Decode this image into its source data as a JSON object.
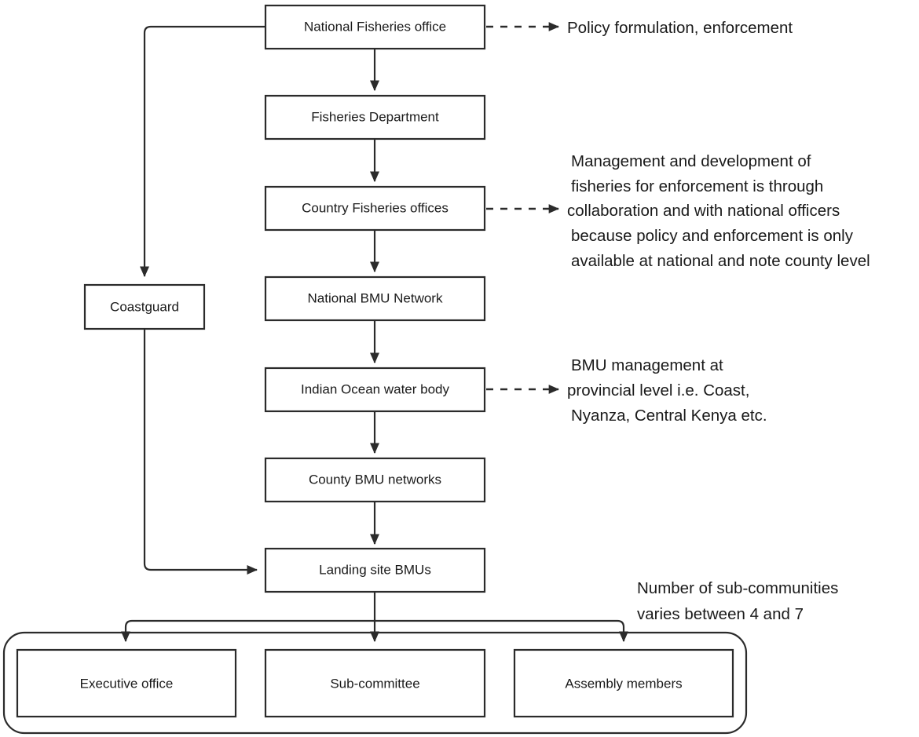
{
  "diagram": {
    "title": "Fisheries governance and BMU structure flowchart",
    "colors": {
      "stroke": "#2b2b2b",
      "text": "#1a1a1a",
      "background": "#ffffff"
    },
    "nodes": [
      {
        "id": "national-fisheries-office",
        "label": "National Fisheries office"
      },
      {
        "id": "fisheries-department",
        "label": "Fisheries Department"
      },
      {
        "id": "country-fisheries-offices",
        "label": "Country Fisheries offices"
      },
      {
        "id": "national-bmu-network",
        "label": "National BMU Network"
      },
      {
        "id": "indian-ocean-water-body",
        "label": "Indian Ocean water body"
      },
      {
        "id": "county-bmu-networks",
        "label": "County BMU networks"
      },
      {
        "id": "landing-site-bmus",
        "label": "Landing site BMUs"
      },
      {
        "id": "coastguard",
        "label": "Coastguard"
      },
      {
        "id": "executive-office",
        "label": "Executive office"
      },
      {
        "id": "sub-committee",
        "label": "Sub-committee"
      },
      {
        "id": "assembly-members",
        "label": "Assembly members"
      }
    ],
    "annotations": {
      "policy": {
        "id": "policy-annotation",
        "lines": [
          "Policy formulation, enforcement"
        ]
      },
      "management": {
        "id": "management-annotation",
        "lines": [
          "Management and development of",
          "fisheries for enforcement is through",
          "collaboration and with national officers",
          "because policy and enforcement is only",
          "available at national and note county level"
        ]
      },
      "bmu_management": {
        "id": "bmu-management-annotation",
        "lines": [
          "BMU management at",
          "provincial level i.e. Coast,",
          "Nyanza, Central Kenya etc."
        ]
      },
      "sub_communities": {
        "id": "sub-communities-annotation",
        "lines": [
          "Number of sub-communities",
          "varies between 4 and 7"
        ]
      }
    }
  }
}
